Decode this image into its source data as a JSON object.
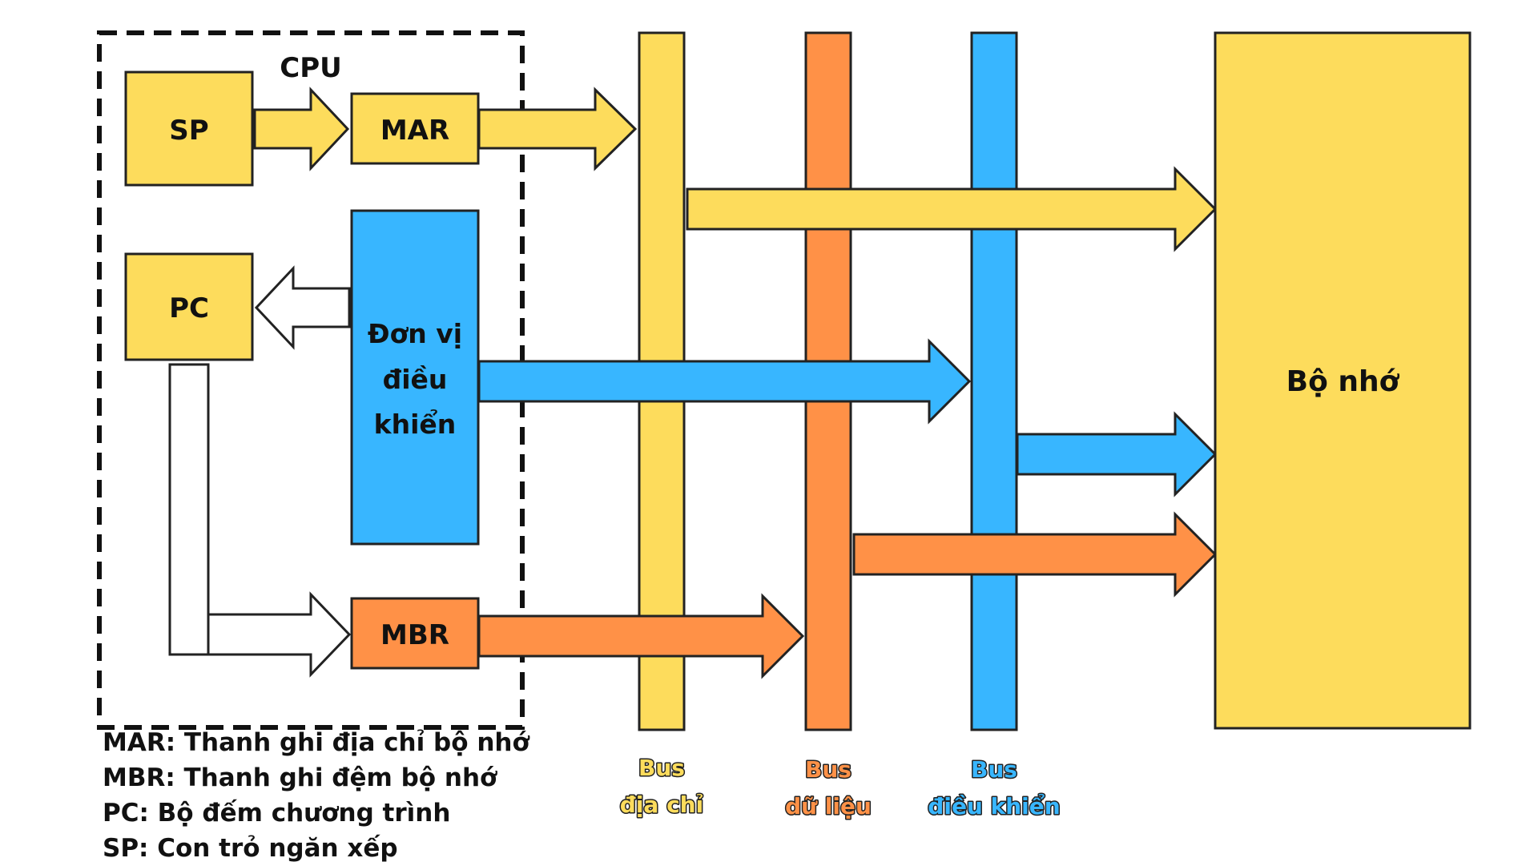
{
  "cpu": {
    "label": "CPU",
    "components": {
      "sp": "SP",
      "mar": "MAR",
      "pc": "PC",
      "control_unit": [
        "Đơn vị",
        "điều",
        "khiển"
      ],
      "mbr": "MBR"
    }
  },
  "memory": {
    "label": "Bộ nhớ"
  },
  "buses": [
    {
      "line1": "Bus",
      "line2": "địa chỉ",
      "color": "#FDDC5C"
    },
    {
      "line1": "Bus",
      "line2": "dữ liệu",
      "color": "#FF9147"
    },
    {
      "line1": "Bus",
      "line2": "điều khiển",
      "color": "#38B6FF"
    }
  ],
  "legend": [
    "MAR: Thanh ghi địa chỉ bộ nhớ",
    "MBR: Thanh ghi đệm bộ nhớ",
    "PC: Bộ đếm chương trình",
    "SP: Con trỏ ngăn xếp"
  ],
  "colors": {
    "yellow": "#FDDC5C",
    "orange": "#FF9147",
    "blue": "#38B6FF",
    "white": "#FFFFFF",
    "stroke": "#222222"
  }
}
